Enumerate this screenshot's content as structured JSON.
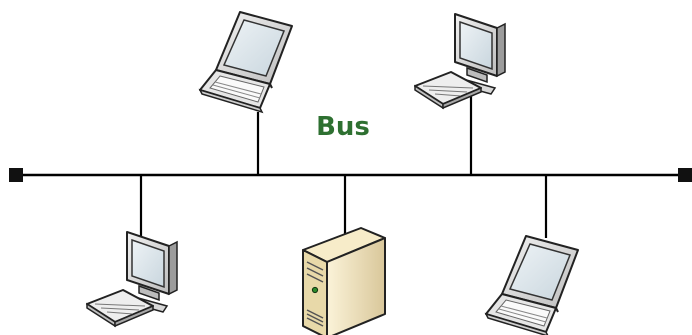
{
  "diagram": {
    "label": "Bus",
    "label_color": "#2e7031",
    "line_color": "#000000",
    "terminator_color": "#111111"
  },
  "nodes": [
    {
      "id": "laptop-top-left",
      "kind": "laptop",
      "icon": "laptop-icon"
    },
    {
      "id": "desktop-top-right",
      "kind": "desktop",
      "icon": "desktop-computer-icon"
    },
    {
      "id": "desktop-bottom-left",
      "kind": "desktop",
      "icon": "desktop-computer-icon"
    },
    {
      "id": "server-bottom-center",
      "kind": "server",
      "icon": "server-tower-icon"
    },
    {
      "id": "laptop-bottom-right",
      "kind": "laptop",
      "icon": "laptop-icon"
    }
  ]
}
